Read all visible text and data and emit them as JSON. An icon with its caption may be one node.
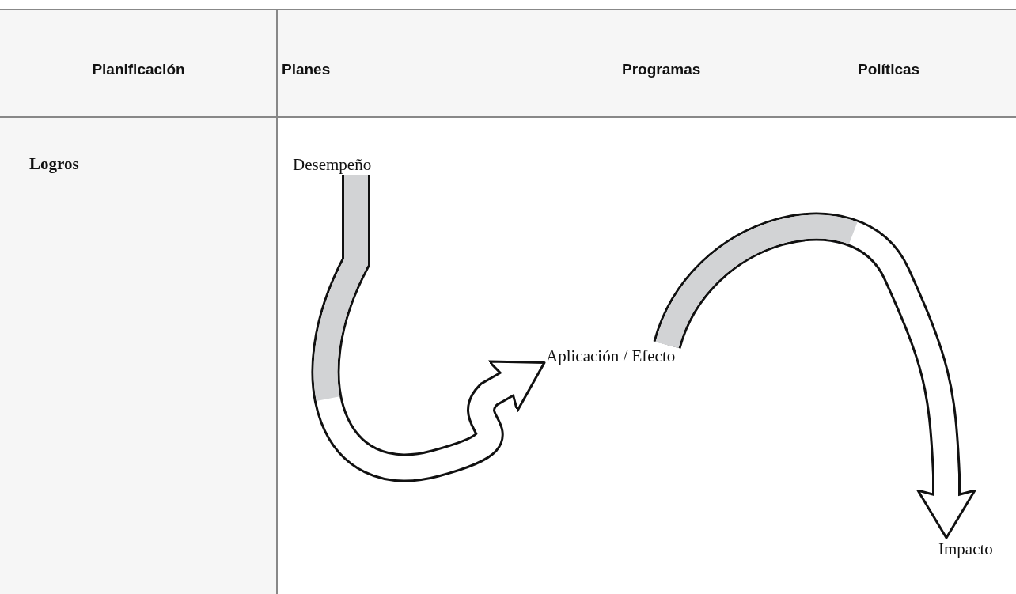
{
  "diagram": {
    "nodes": [
      {
        "text": [
          "Desempeño"
        ]
      },
      {
        "text": [
          "Aplicación / Efecto"
        ]
      },
      {
        "text": [
          "Impacto"
        ]
      }
    ],
    "edges": [
      {
        "from": 0,
        "to": 1,
        "arrow": "to"
      },
      {
        "from": 1,
        "to": 2,
        "arrow": "to"
      }
    ],
    "labels": [
      "Planificación",
      "Planes",
      "Programas",
      "Políticas",
      "Logros"
    ]
  }
}
